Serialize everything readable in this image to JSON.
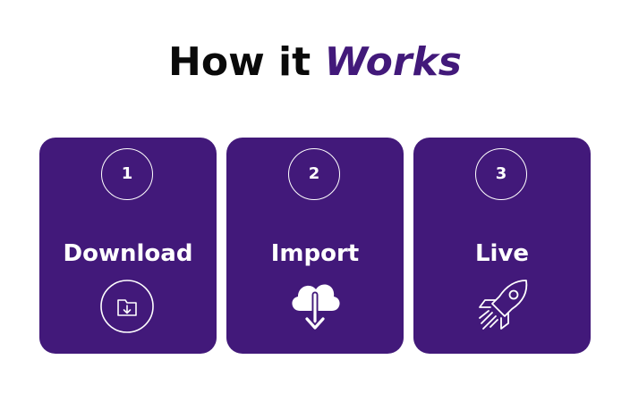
{
  "header": {
    "title_prefix": "How it ",
    "title_accent": "Works"
  },
  "steps": [
    {
      "number": "1",
      "label": "Download",
      "icon": "folder-download-icon"
    },
    {
      "number": "2",
      "label": "Import",
      "icon": "cloud-download-icon"
    },
    {
      "number": "3",
      "label": "Live",
      "icon": "rocket-icon"
    }
  ],
  "colors": {
    "accent": "#42197a",
    "card_text": "#ffffff",
    "title_text": "#0a0a0a"
  }
}
